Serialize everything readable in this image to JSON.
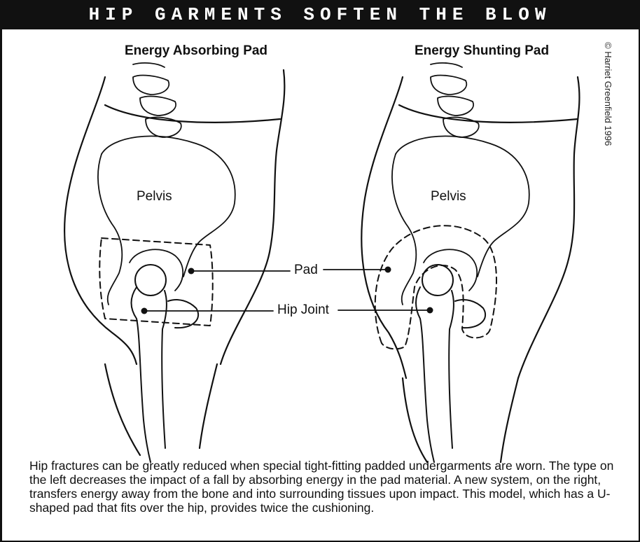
{
  "banner": {
    "title": "HIP GARMENTS SOFTEN THE BLOW"
  },
  "panels": {
    "left_title": "Energy Absorbing Pad",
    "right_title": "Energy Shunting Pad"
  },
  "labels": {
    "pelvis_left": "Pelvis",
    "pelvis_right": "Pelvis",
    "pad": "Pad",
    "hip_joint": "Hip Joint"
  },
  "credit": "© Harriet Greenfield 1996",
  "caption": "Hip fractures can be greatly reduced when special tight-fitting padded undergarments are worn. The type on the left decreases the impact of a fall by absorbing energy in the pad material. A new system, on the right, transfers energy away from the bone and into surrounding tissues upon impact. This model, which has a U-shaped pad that fits over the hip, provides twice the cushioning."
}
